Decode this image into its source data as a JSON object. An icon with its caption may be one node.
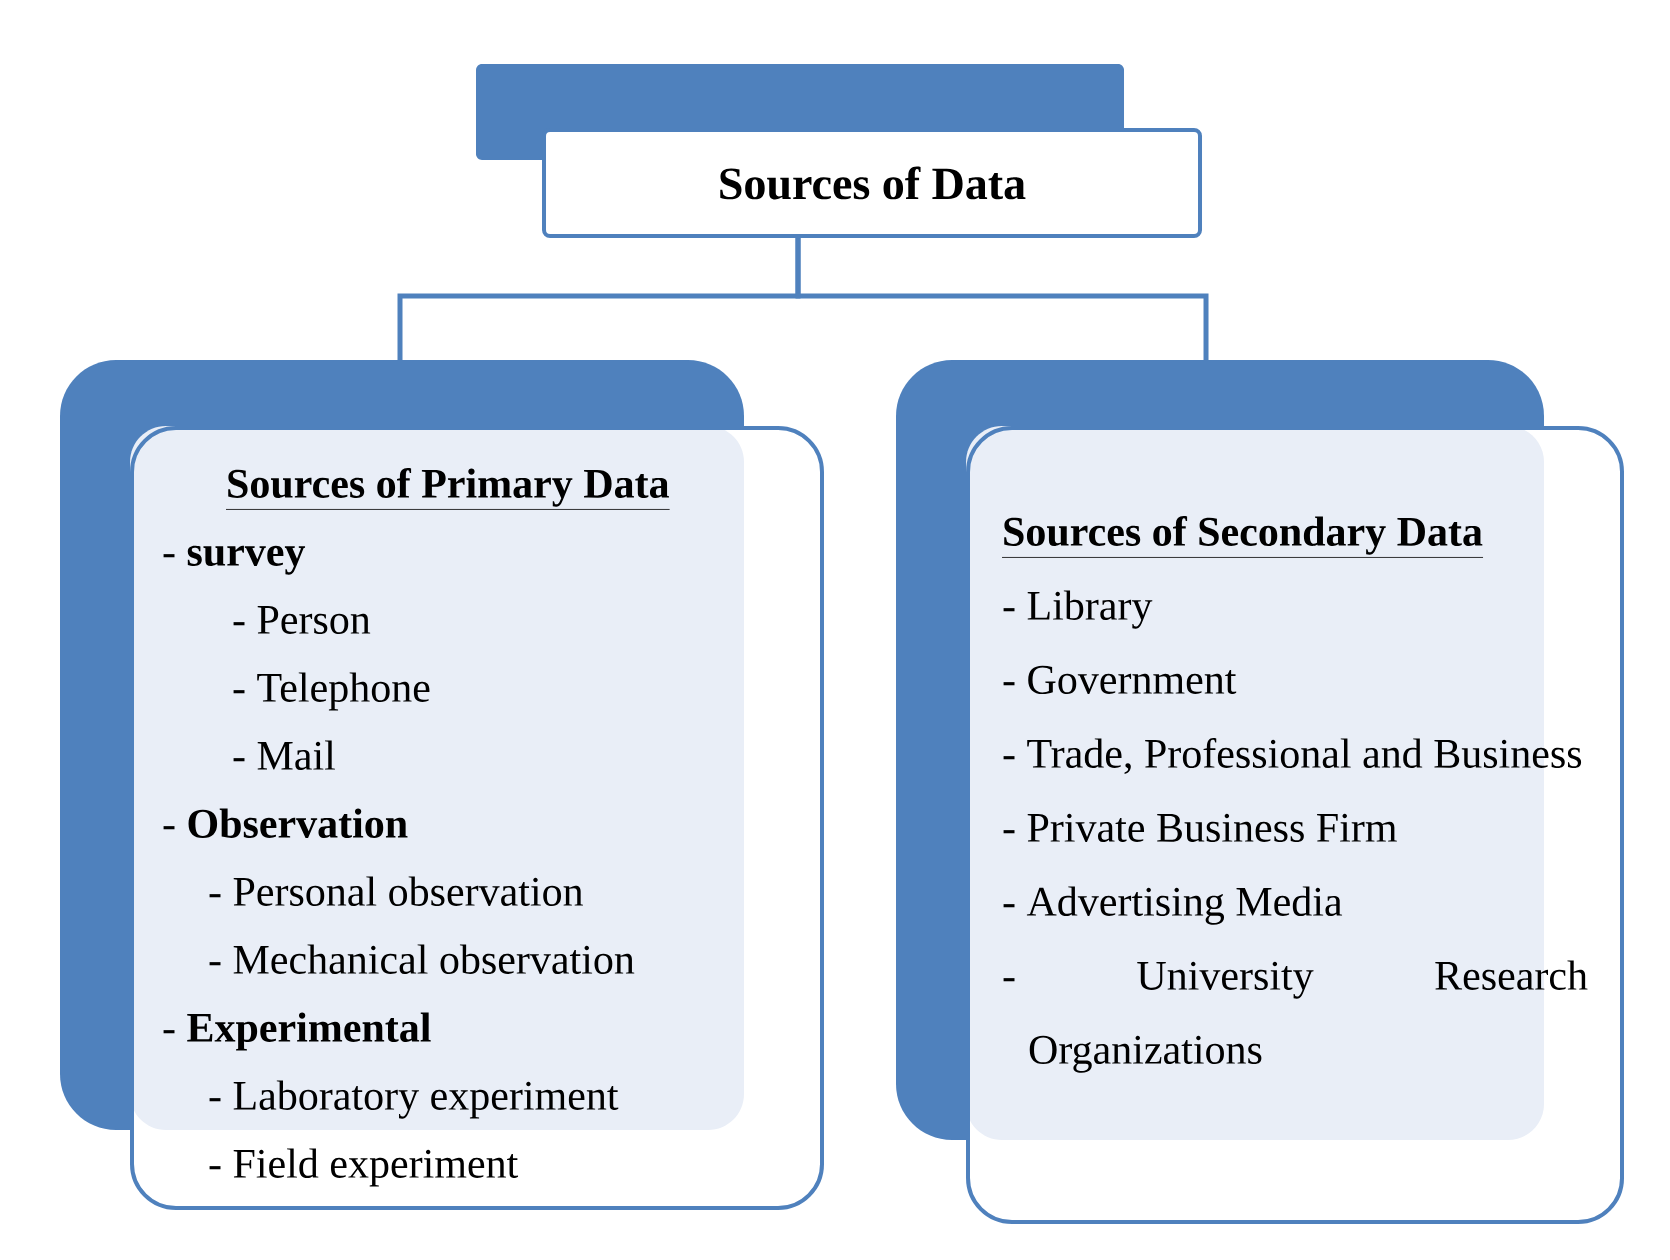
{
  "diagram": {
    "nodes": [
      {
        "text": [
          "Sources of Data"
        ]
      },
      {
        "text": [
          "Sources of Primary Data",
          "- **survey**",
          "- Person",
          "- Telephone",
          "- Mail",
          "- **Observation**",
          "- Personal observation",
          "- Mechanical observation",
          "- **Experimental**",
          "- Laboratory experiment",
          "- Field experiment"
        ]
      },
      {
        "text": [
          "Sources of Secondary Data",
          "- Library",
          "- Government",
          "- Trade, Professional and Business",
          "- Private Business Firm",
          "- Advertising Media",
          "- University Research Organizations"
        ]
      }
    ],
    "edges": [
      {
        "from": 0,
        "to": 1,
        "arrow": "none"
      },
      {
        "from": 0,
        "to": 2,
        "arrow": "none"
      }
    ]
  }
}
